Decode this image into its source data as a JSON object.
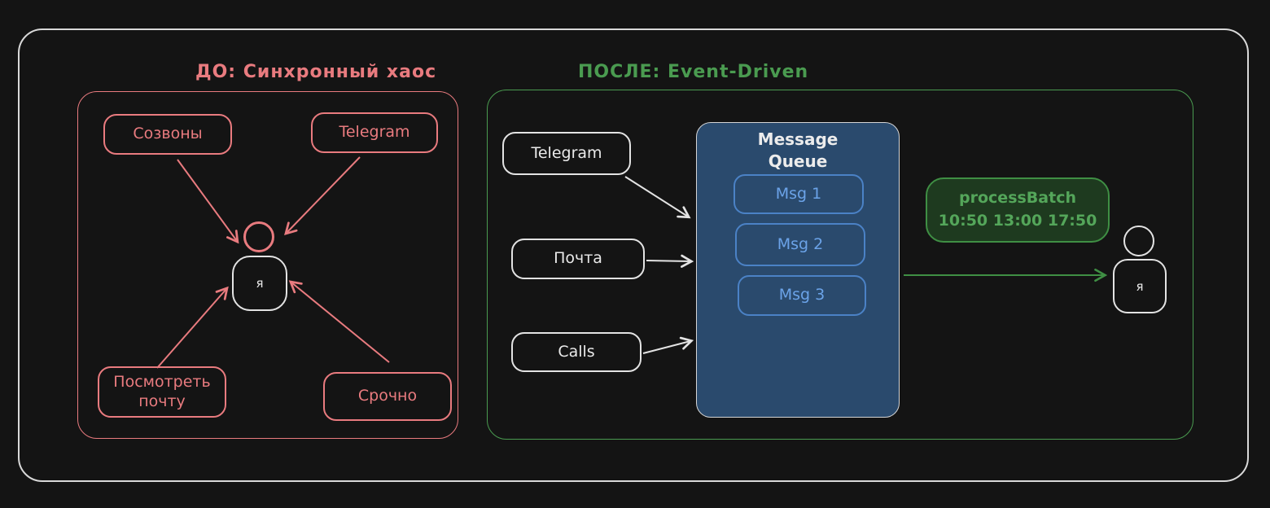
{
  "colors": {
    "background": "#141414",
    "frame_border": "#d9d9d9",
    "before_accent": "#e97b7f",
    "after_accent": "#4a9b50",
    "queue_fill": "#2a4a6d",
    "queue_item_border": "#4b82c6",
    "queue_item_text": "#6ba3e8",
    "white_node": "#eaeaea",
    "batch_fill": "#1e3a1f"
  },
  "before_panel": {
    "title": "ДО: Синхронный хаос",
    "nodes": {
      "calls": "Созвоны",
      "telegram": "Telegram",
      "check_mail": "Посмотреть почту",
      "urgent": "Срочно"
    },
    "person_label": "я"
  },
  "after_panel": {
    "title": "ПОСЛЕ: Event-Driven",
    "sources": {
      "telegram": "Telegram",
      "mail": "Почта",
      "calls": "Calls"
    },
    "queue": {
      "title": "Message Queue",
      "messages": [
        "Msg 1",
        "Msg 2",
        "Msg 3"
      ]
    },
    "batch": {
      "name": "processBatch",
      "schedule": "10:50 13:00 17:50"
    },
    "person_label": "я"
  }
}
